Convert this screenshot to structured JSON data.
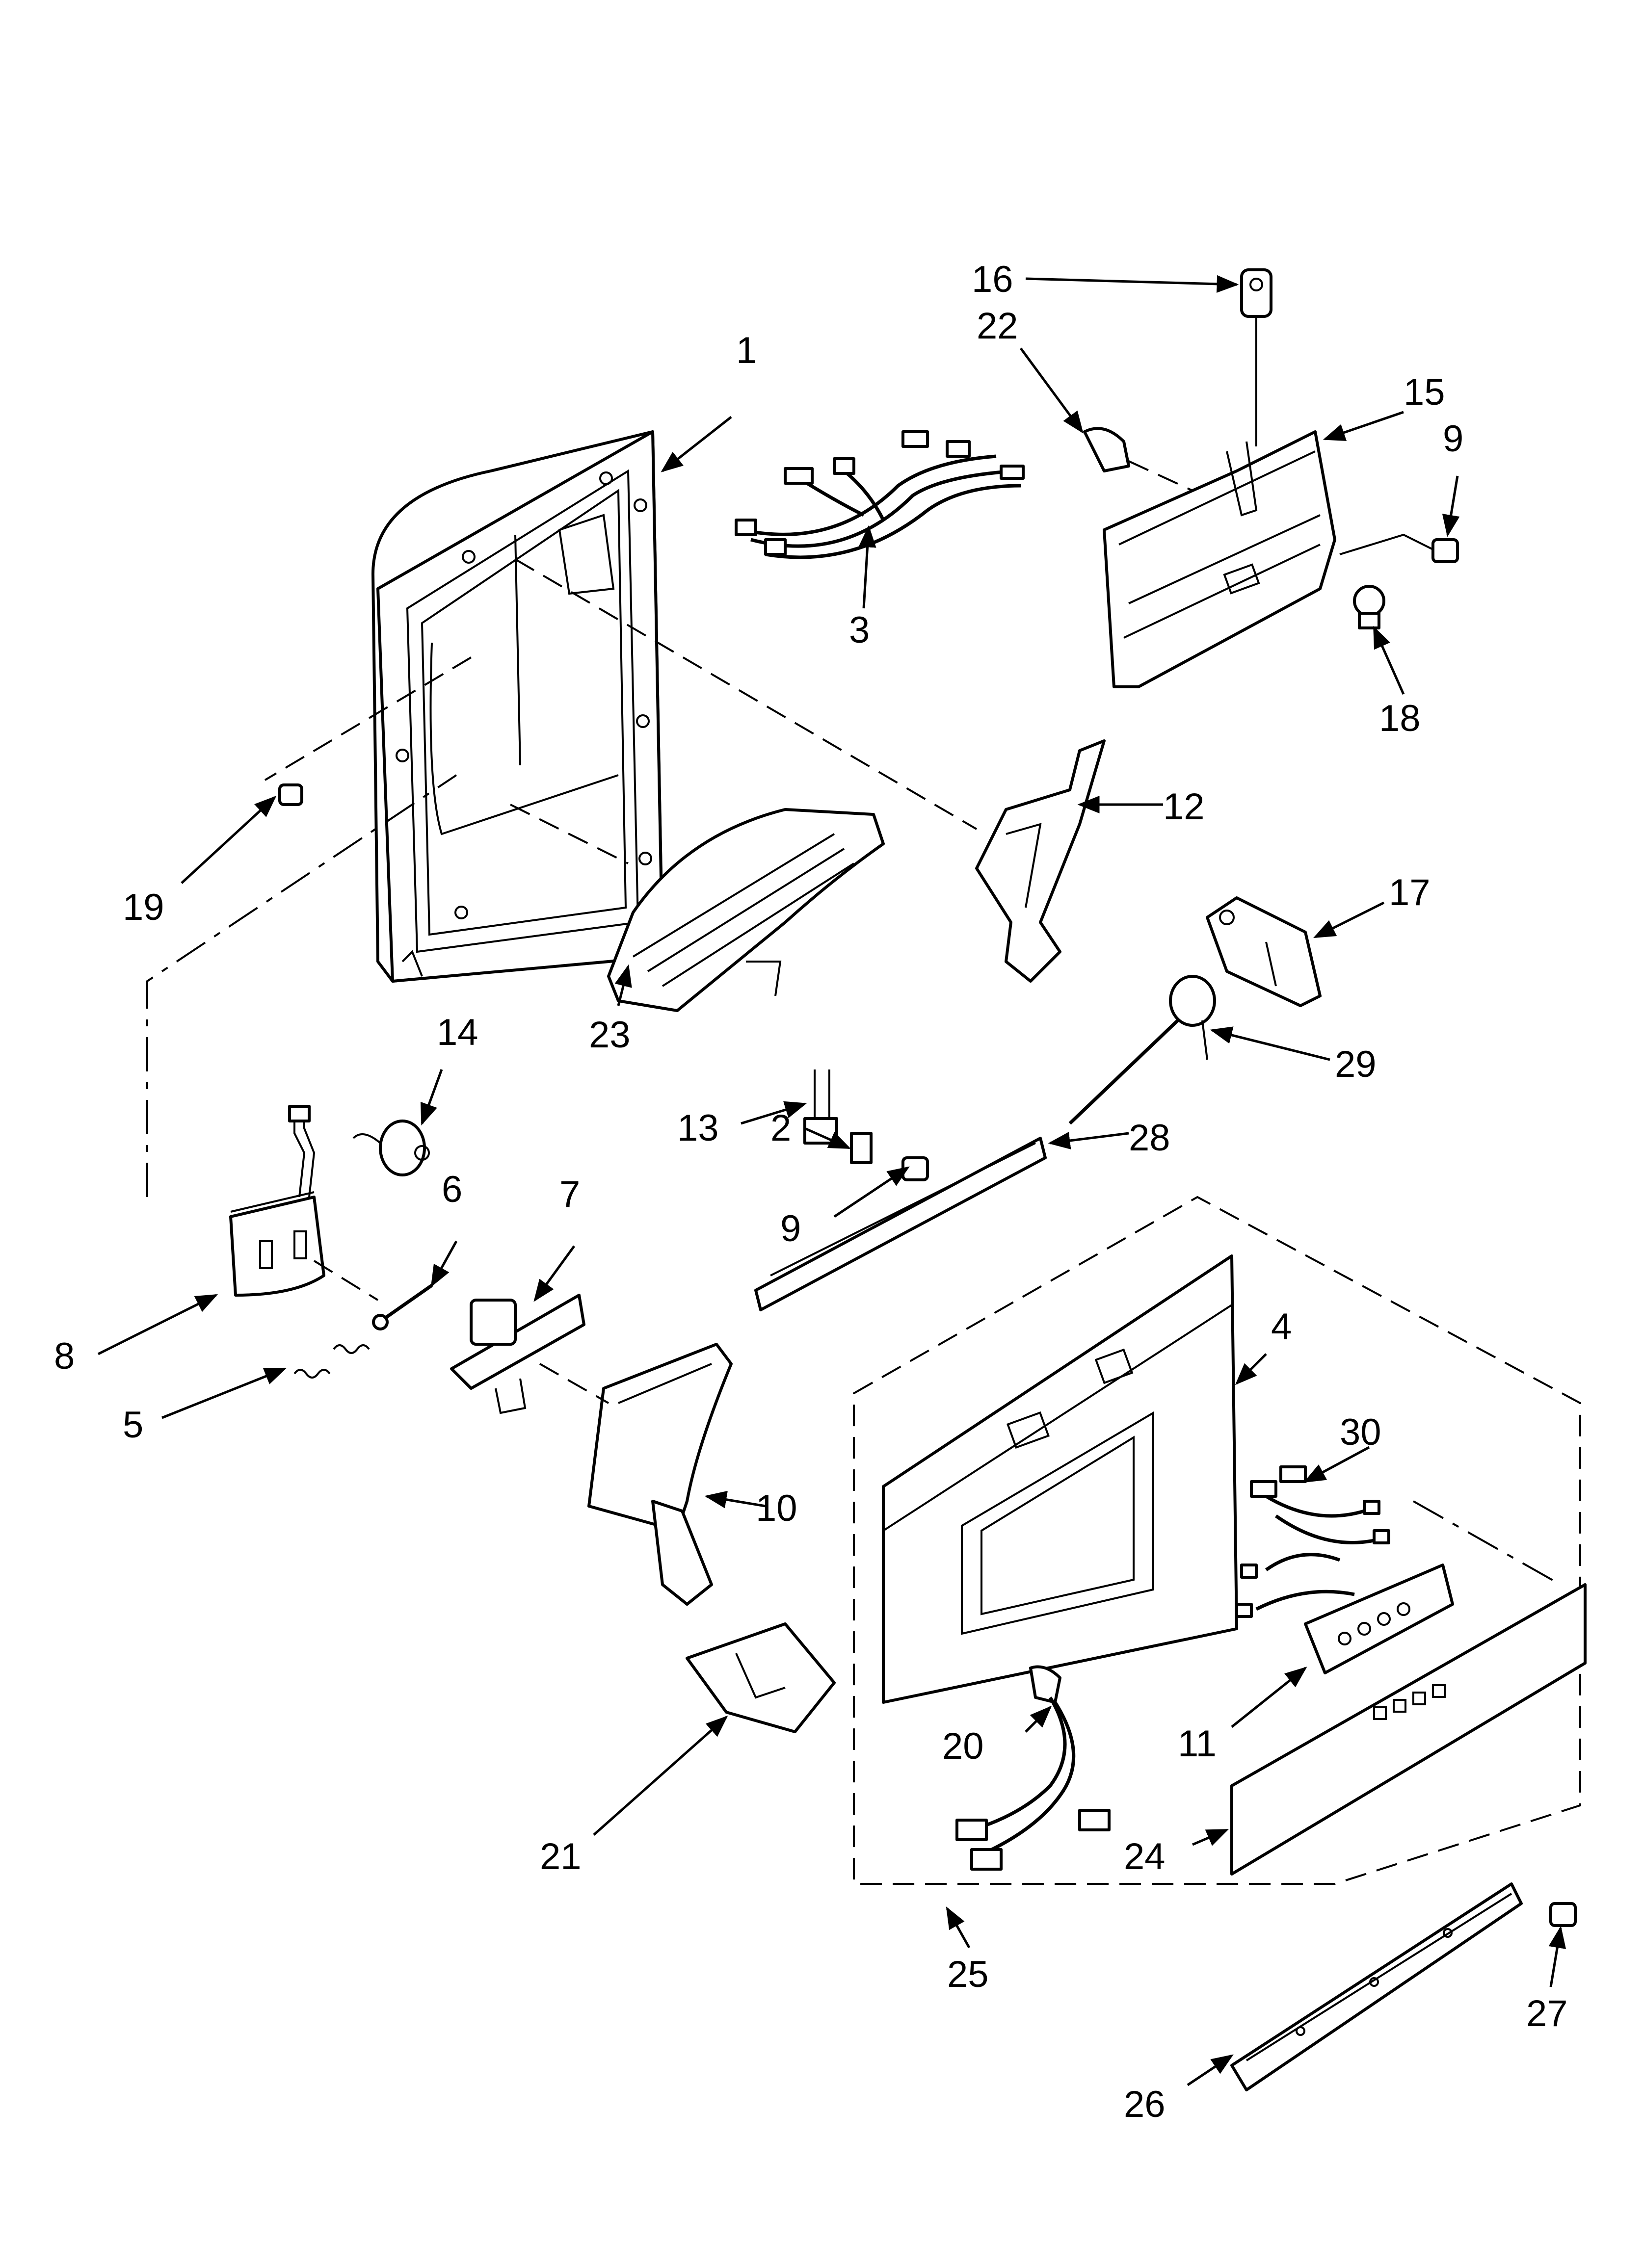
{
  "callouts": [
    "1",
    "2",
    "3",
    "4",
    "5",
    "6",
    "7",
    "8",
    "9",
    "9",
    "10",
    "11",
    "12",
    "13",
    "14",
    "15",
    "16",
    "17",
    "18",
    "19",
    "20",
    "21",
    "22",
    "23",
    "24",
    "25",
    "26",
    "27",
    "28",
    "29",
    "30"
  ]
}
